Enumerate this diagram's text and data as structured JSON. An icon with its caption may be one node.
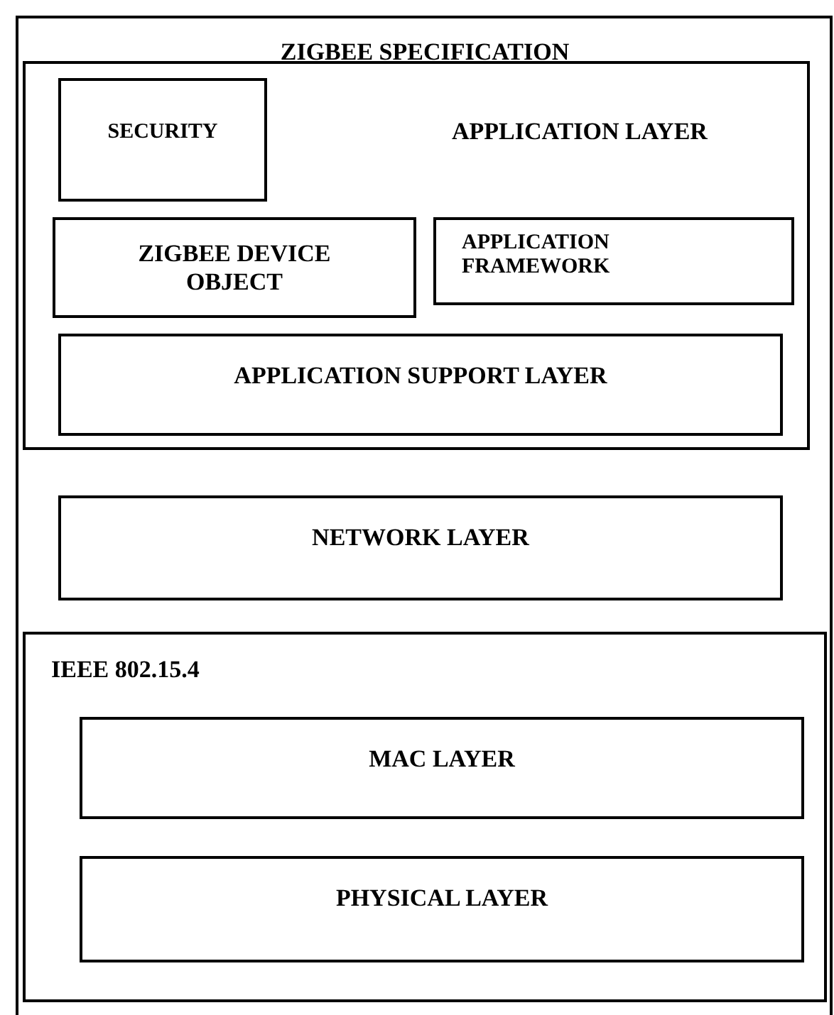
{
  "diagram": {
    "nodes": [
      {
        "text": [
          "ZIGBEE SPECIFICATION"
        ]
      },
      {
        "text": [
          "APPLICATION LAYER"
        ],
        "in": 0
      },
      {
        "text": [
          "SECURITY"
        ],
        "in": 1
      },
      {
        "text": [
          "ZIGBEE DEVICE OBJECT"
        ],
        "in": 1
      },
      {
        "text": [
          "APPLICATION FRAMEWORK"
        ],
        "in": 1
      },
      {
        "text": [
          "APPLICATION SUPPORT LAYER"
        ],
        "in": 1
      },
      {
        "text": [
          "NETWORK LAYER"
        ],
        "in": 0
      },
      {
        "text": [
          "IEEE 802.15.4"
        ],
        "in": 0
      },
      {
        "text": [
          "MAC LAYER"
        ],
        "in": 7
      },
      {
        "text": [
          "PHYSICAL LAYER"
        ],
        "in": 7
      }
    ]
  }
}
